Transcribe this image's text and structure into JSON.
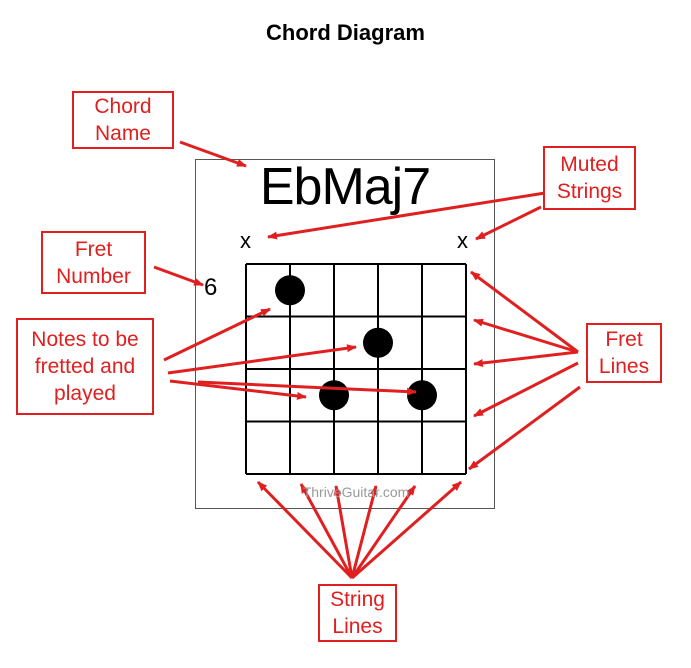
{
  "title": "Chord Diagram",
  "chord": {
    "name": "EbMaj7",
    "muted_marks": [
      "x",
      "x"
    ],
    "fret_number": "6",
    "watermark": "ThriveGuitar.com",
    "strings": 6,
    "frets": 4,
    "notes": [
      {
        "string": 2,
        "fret": 1
      },
      {
        "string": 4,
        "fret": 2
      },
      {
        "string": 3,
        "fret": 3
      },
      {
        "string": 5,
        "fret": 3
      }
    ]
  },
  "callouts": {
    "chord_name": "Chord\nName",
    "muted_strings": "Muted\nStrings",
    "fret_number": "Fret\nNumber",
    "notes": "Notes to be\nfretted and\nplayed",
    "fret_lines": "Fret\nLines",
    "string_lines": "String\nLines"
  },
  "colors": {
    "annotation": "#e02020",
    "grid": "#000000",
    "dot": "#000000"
  }
}
